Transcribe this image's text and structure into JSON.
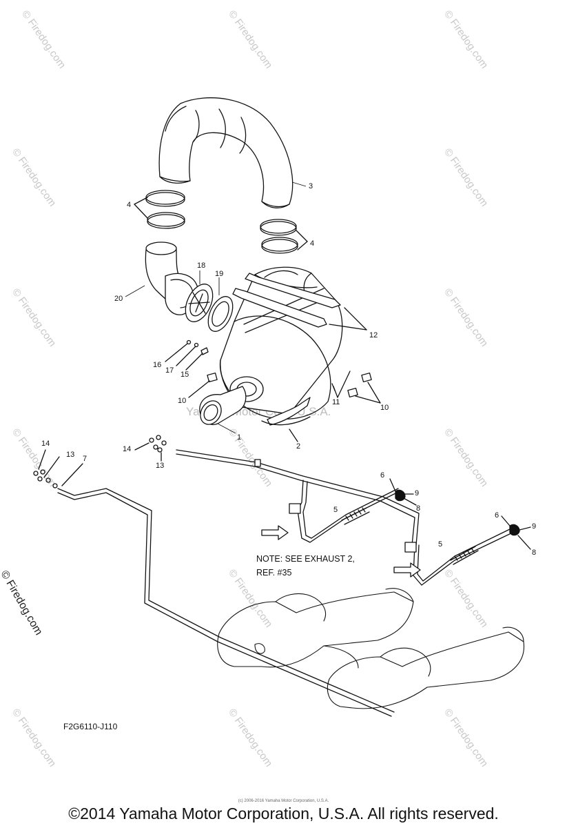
{
  "diagram": {
    "watermark": "© Firedog.com",
    "center_watermark": "Yamaha Motor Corp, U.S.A.",
    "note_line1": "NOTE: SEE EXHAUST 2,",
    "note_line2": "REF. #35",
    "drawing_code": "F2G6110-J110",
    "tiny_credit": "(c) 2006-2016 Yamaha Motor Corporation, U.S.A.",
    "copyright": "©2014 Yamaha Motor Corporation, U.S.A. All rights reserved.",
    "callouts": [
      "1",
      "2",
      "3",
      "4",
      "4",
      "5",
      "5",
      "6",
      "6",
      "7",
      "8",
      "8",
      "9",
      "9",
      "10",
      "10",
      "11",
      "12",
      "13",
      "13",
      "14",
      "14",
      "15",
      "16",
      "17",
      "18",
      "19",
      "20"
    ]
  }
}
